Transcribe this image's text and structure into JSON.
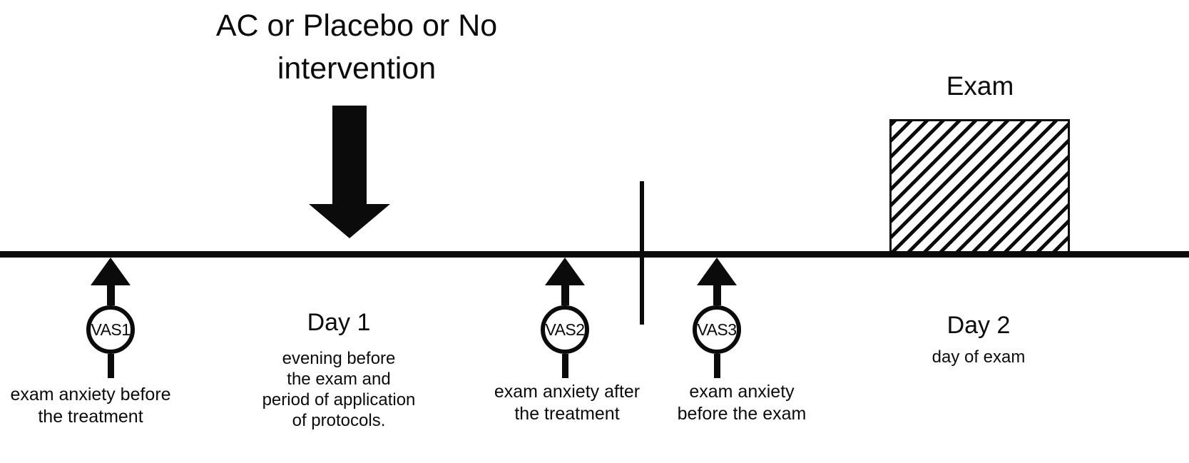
{
  "diagram": {
    "intervention": {
      "label": "AC or Placebo or No\nintervention"
    },
    "exam": {
      "label": "Exam"
    },
    "markers": [
      {
        "id": "VAS1",
        "label": "VAS1",
        "caption": "exam anxiety before\nthe treatment"
      },
      {
        "id": "VAS2",
        "label": "VAS2",
        "caption": "exam anxiety after\nthe treatment"
      },
      {
        "id": "VAS3",
        "label": "VAS3",
        "caption": "exam anxiety\nbefore the exam"
      }
    ],
    "days": [
      {
        "label": "Day 1",
        "caption": "evening before\nthe exam and\nperiod of application\nof protocols."
      },
      {
        "label": "Day 2",
        "caption": "day of exam"
      }
    ],
    "colors": {
      "ink": "#0b0b0b",
      "background": "#ffffff"
    }
  }
}
